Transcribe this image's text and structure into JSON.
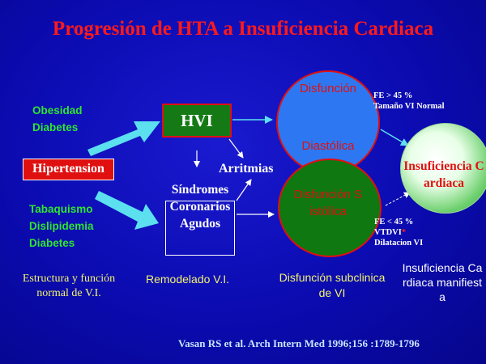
{
  "title": "Progresión de HTA a Insuficiencia Cardiaca",
  "risk_factors_top": "Obesidad Diabetes",
  "risk_factors_bottom": "Tabaquismo Dislipidemia Diabetes",
  "hipertension": "Hipertension",
  "hvi": "HVI",
  "arritmias": "Arritmias",
  "sindromes": "Síndromes Coronarios Agudos",
  "disfuncion_diastolica_top": "Disfunción",
  "disfuncion_diastolica_bottom": "Diastólica",
  "disfuncion_sistolica": "Disfunción Sistólica",
  "insuficiencia_circle": "Insuficiencia Cardiaca",
  "fe_normal_1": "FE > 45 %",
  "fe_normal_2": "Tamaño VI Normal",
  "fe_low_1": "FE < 45 %",
  "fe_low_2": "VTDVI",
  "fe_low_3": "Dilatacion VI",
  "stage_1": "Estructura y función normal de V.I.",
  "stage_2": "Remodelado V.I.",
  "stage_3": "Disfunción subclinica de VI",
  "stage_4": "Insuficiencia Cardiaca manifiesta",
  "citation": "Vasan RS  et al. Arch Intern Med 1996;156 :1789-1796",
  "colors": {
    "background": "#0A0AA8",
    "title": "#FF1A1A",
    "risk_text": "#2EE62E",
    "stage_text": "#F2F26E",
    "hipertension_box": "#E01010",
    "hvi_box": "#157A15",
    "diastolic_circle": "#2D78F2",
    "systolic_circle": "#107810",
    "ic_circle": "#7EDA7E",
    "arrow": "#5CE0F0"
  }
}
